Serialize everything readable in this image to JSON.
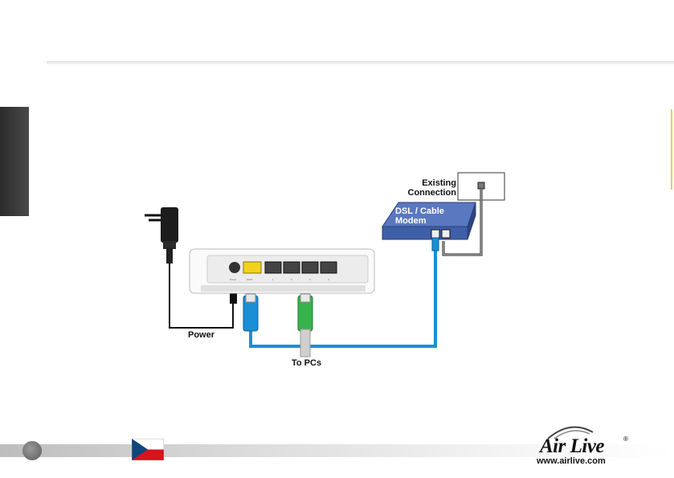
{
  "labels": {
    "existing_connection": "Existing\nConnection",
    "modem": "DSL / Cable\nModem",
    "power": "Power",
    "to_pcs": "To PCs"
  },
  "router_port_labels": [
    "Power",
    "WAN",
    "1",
    "2",
    "3",
    "4"
  ],
  "footer": {
    "flag": "czech-flag-icon",
    "logo_word": "Air Live",
    "logo_trademark": "®",
    "logo_url": "www.airlive.com"
  },
  "colors": {
    "modem_blue": "#3e5fa8",
    "wan_yellow": "#f2d21e",
    "cable_blue": "#1a8fd6",
    "cable_green": "#36b34a",
    "side_tab": "#3a3a3a"
  }
}
